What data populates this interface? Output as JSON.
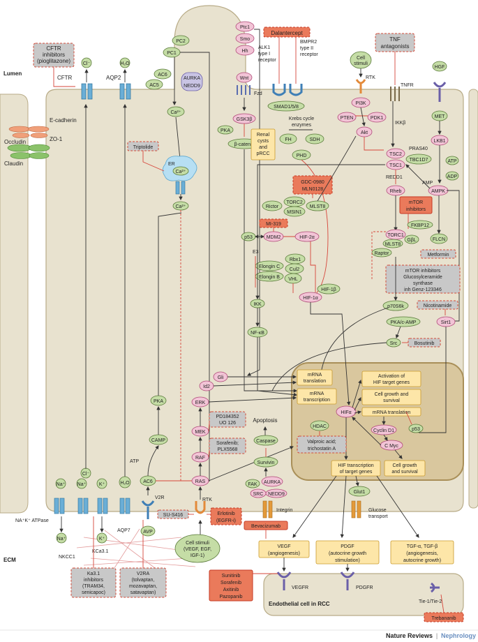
{
  "lumen": "Lumen",
  "ecm": "ECM",
  "footer": {
    "brand": "Nature Reviews",
    "sep": "|",
    "journal": "Nephrology"
  },
  "junctions": [
    "E-cadherin",
    "ZO-1",
    "Occludin",
    "Claudin"
  ],
  "cftr": {
    "inhib": [
      "CFTR",
      "inhibitors",
      "(pioglitazone)"
    ],
    "channel": "CFTR",
    "ion": "Cl⁻"
  },
  "aqp2": {
    "label": "AQP2",
    "water": "H₂O"
  },
  "pc": [
    "PC2",
    "PC1"
  ],
  "ac": [
    "AC6",
    "AC5"
  ],
  "aurka_top": [
    "AURKA",
    "NEDD9"
  ],
  "ca": "Ca²⁺",
  "er": "ER",
  "triptolide": "Triptolide",
  "hedgehog": [
    "Ptc1",
    "Smo",
    "Hh"
  ],
  "dalantercept": "Dalantercept",
  "alk1": [
    "ALK1",
    "type I",
    "receptor"
  ],
  "bmpr2": [
    "BMPR2",
    "type II",
    "receptor"
  ],
  "smad": "SMAD1/5/8",
  "wnt": [
    "Wnt",
    "Fzd",
    "GSK3β",
    "PKA",
    "β-catenin"
  ],
  "tnf": {
    "box": [
      "TNF",
      "antagonists"
    ],
    "tnfr": "TNFR",
    "ikkb": "IKKβ"
  },
  "cellstim_top": [
    "Cell",
    "stimuli"
  ],
  "rtk": "RTK",
  "hgf": [
    "HGF",
    "MET",
    "LKB1"
  ],
  "pi3k": [
    "PI3K",
    "PTEN",
    "PDK1",
    "Akt"
  ],
  "krebs": {
    "title": [
      "Krebs cycle",
      "enzymes"
    ],
    "fh": "FH",
    "sdh": "SDH",
    "phd": "PHD"
  },
  "renal": [
    "Renal",
    "cysts",
    "and",
    "pRCC"
  ],
  "tsc": [
    "TSC2",
    "TSC1",
    "TBC1D7",
    "PRAS40",
    "REDD1"
  ],
  "atp_adp": [
    "ATP",
    "ADP",
    "AMP",
    "AMPK"
  ],
  "gdc": [
    "GDC-0980",
    "MLN0128"
  ],
  "torc2": [
    "Rictor",
    "TORC2",
    "MSIN1",
    "MLST8"
  ],
  "mi319": "MI-319",
  "p53mdm": [
    "p53",
    "MDM2",
    "HIF-2α"
  ],
  "vhl": [
    "E3",
    "Rbx1",
    "Elongin C",
    "Cul2",
    "Elongin B",
    "VHL",
    "HIF-1β",
    "HIF-1α"
  ],
  "rheb": "Rheb",
  "mtor_inh": [
    "mTOR",
    "inhibitors"
  ],
  "torc1": [
    "FKBP12",
    "TORC1",
    "MLST8",
    "GβL",
    "Raptor",
    "FLCN",
    "Metformin"
  ],
  "mtor_gcs": [
    "mTOR inhibitors",
    "Glucosylceramide",
    "synthase",
    "inh Genz-123346"
  ],
  "p70": "p70S6k",
  "nicotinamide": "Nicotinamide",
  "pka_camp": "PKA/c-AMP",
  "sirt": "Sirt1",
  "src_bos": [
    "Src",
    "Bosutinib"
  ],
  "ikk": [
    "IKK",
    "NF-κB"
  ],
  "nucleus": {
    "mrna_t": [
      "mRNA",
      "translation"
    ],
    "mrna_tr": [
      "mRNA",
      "transcription"
    ],
    "activation": [
      "Activation of",
      "HIF target genes"
    ],
    "growth1": [
      "Cell growth and",
      "survival"
    ],
    "mrna_t2": "mRNA translation",
    "cyclin": "Cyclin D1",
    "p53": "p53",
    "cmyc": "C Myc",
    "hifa": "HIFα",
    "hdac": "HDAC",
    "valproic": [
      "Valproic acid;",
      "trichostatin A"
    ],
    "hif_tx": [
      "HIF transcription",
      "of target genes"
    ],
    "growth2": [
      "Cell growth",
      "and survival"
    ]
  },
  "gli_id2": [
    "Gli",
    "Id2"
  ],
  "mapk": [
    "ERK",
    "MEK",
    "RAF",
    "RAS"
  ],
  "pd": [
    "PD184352",
    "UO 126"
  ],
  "sorafenib": [
    "Sorafenib;",
    "PLX5568"
  ],
  "apoptosis": [
    "Apoptosis",
    "Caspase",
    "Survivin"
  ],
  "fak": [
    "FAK",
    "AURKA",
    "SRC",
    "NEDD9"
  ],
  "integrin": "Integrin",
  "pka_camp_left": [
    "PKA",
    "CAMP",
    "ATP",
    "AC6"
  ],
  "v2r": [
    "V2R",
    "AVP"
  ],
  "su": "SU-S416",
  "erlotinib": [
    "Erlotinib",
    "(EGFR-i)"
  ],
  "rtk_bottom": "RTK",
  "cellstim_bottom": [
    "Cell stimuli",
    "(VEGF, EGF,",
    "IGF-1)"
  ],
  "bevacizumab": "Bevacizumab",
  "glut": [
    "Glut1",
    "Glucose",
    "transport"
  ],
  "outputs": {
    "vegf": [
      "VEGF",
      "(angiogenesis)"
    ],
    "pdgf": [
      "PDGF",
      "(autocrine growth",
      "stimulation)"
    ],
    "tgf": [
      "TGF-α, TGF-β",
      "(angiogenesis,",
      "autocrine growth)"
    ]
  },
  "transport": {
    "na": "Na⁺",
    "k": "K⁺",
    "cl": "Cl⁻",
    "h2o": "H₂O",
    "naK": "NA⁺K⁺ ATPase",
    "nkcc": "NKCC1",
    "kca": "KCa3.1",
    "aqp7": "AQP7"
  },
  "ka31": [
    "Ka3.1",
    "inhibitors",
    "(TRAM34,",
    "senicapoc)"
  ],
  "v2ra": [
    "V2RA",
    "(tolvaptan,",
    "mozavaptan,",
    "satavaptan)"
  ],
  "endo": {
    "label": "Endothelial cell in RCC",
    "vegfr": "VEGFR",
    "pdgfr": "PDGFR",
    "tie": "Tie-1/Tie-2",
    "trebananib": "Trebananib"
  },
  "tki": [
    "Sunitinib",
    "Sorafenib",
    "Axitinib",
    "Pazopanib"
  ]
}
